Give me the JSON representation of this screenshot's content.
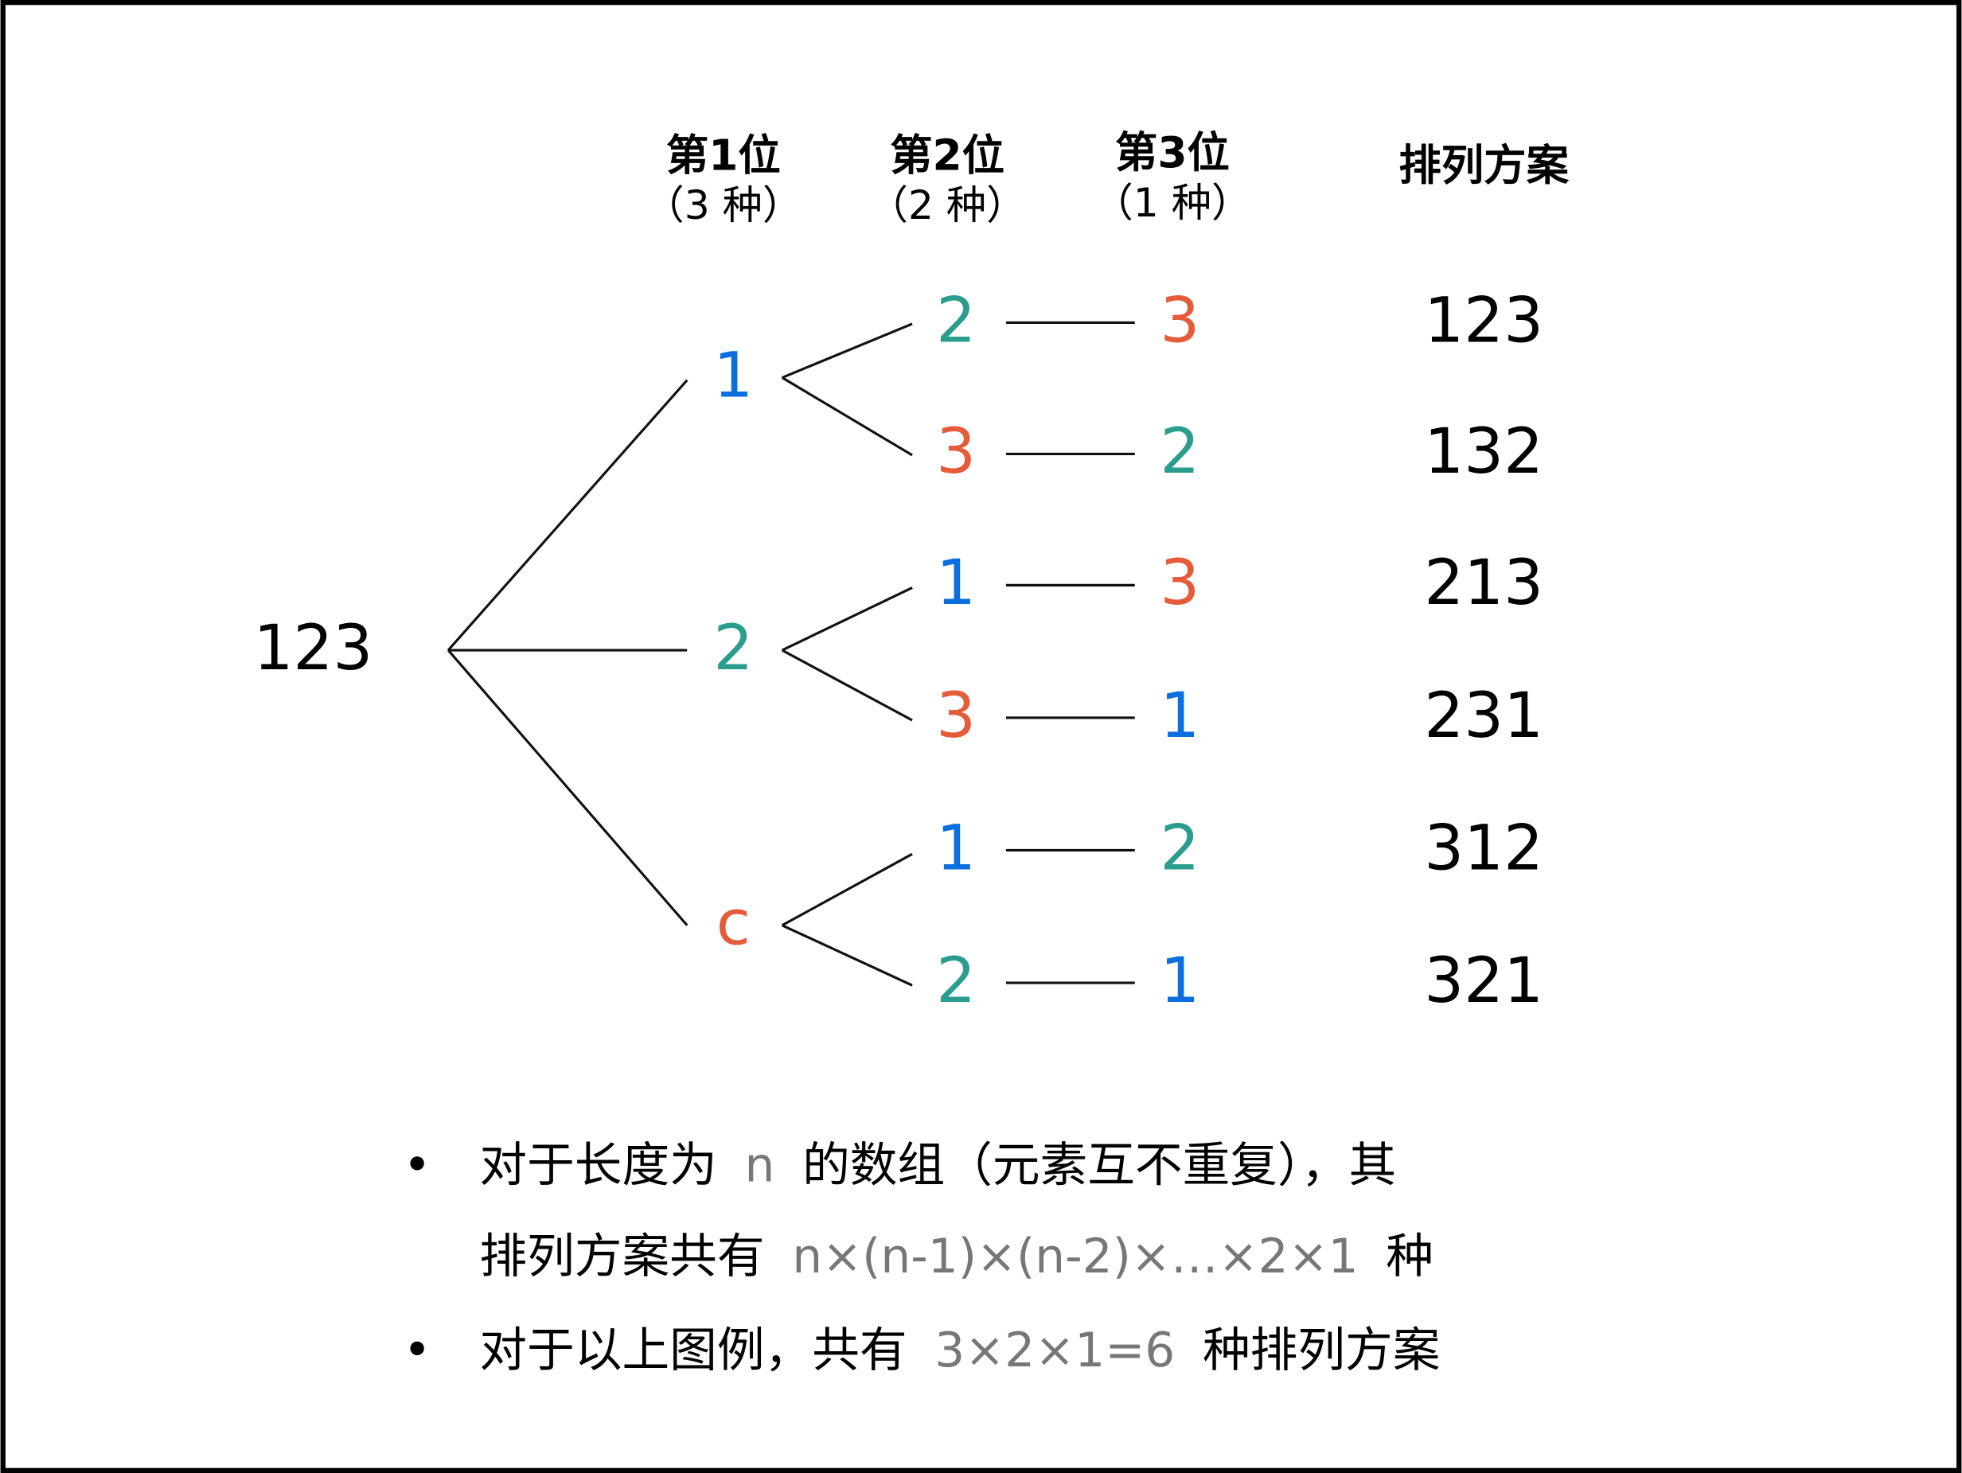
{
  "colors": {
    "blue": "#0b6fe0",
    "teal": "#2a9d8f",
    "orange": "#e55c3a",
    "black": "#000000",
    "gray": "#777777"
  },
  "headers": [
    {
      "title": "第1位",
      "sub": "（3 种）"
    },
    {
      "title": "第2位",
      "sub": "（2 种）"
    },
    {
      "title": "第3位",
      "sub": "（1 种）"
    }
  ],
  "result_header": "排列方案",
  "root": "123",
  "level1": [
    {
      "label": "1",
      "color": "blue"
    },
    {
      "label": "2",
      "color": "teal"
    },
    {
      "label": "c",
      "color": "orange"
    }
  ],
  "level2": [
    {
      "label": "2",
      "color": "teal"
    },
    {
      "label": "3",
      "color": "orange"
    },
    {
      "label": "1",
      "color": "blue"
    },
    {
      "label": "3",
      "color": "orange"
    },
    {
      "label": "1",
      "color": "blue"
    },
    {
      "label": "2",
      "color": "teal"
    }
  ],
  "level3": [
    {
      "label": "3",
      "color": "orange"
    },
    {
      "label": "2",
      "color": "teal"
    },
    {
      "label": "3",
      "color": "orange"
    },
    {
      "label": "1",
      "color": "blue"
    },
    {
      "label": "2",
      "color": "teal"
    },
    {
      "label": "1",
      "color": "blue"
    }
  ],
  "results": [
    "123",
    "132",
    "213",
    "231",
    "312",
    "321"
  ],
  "notes": {
    "bullet": "•",
    "line1_a": "对于长度为",
    "line1_n": "n",
    "line1_b": "的数组（元素互不重复），其",
    "line2_a": "排列方案共有",
    "line2_formula": "n×(n-1)×(n-2)×…×2×1",
    "line2_b": "种",
    "line3_a": "对于以上图例，共有",
    "line3_formula": "3×2×1=6",
    "line3_b": "种排列方案"
  }
}
